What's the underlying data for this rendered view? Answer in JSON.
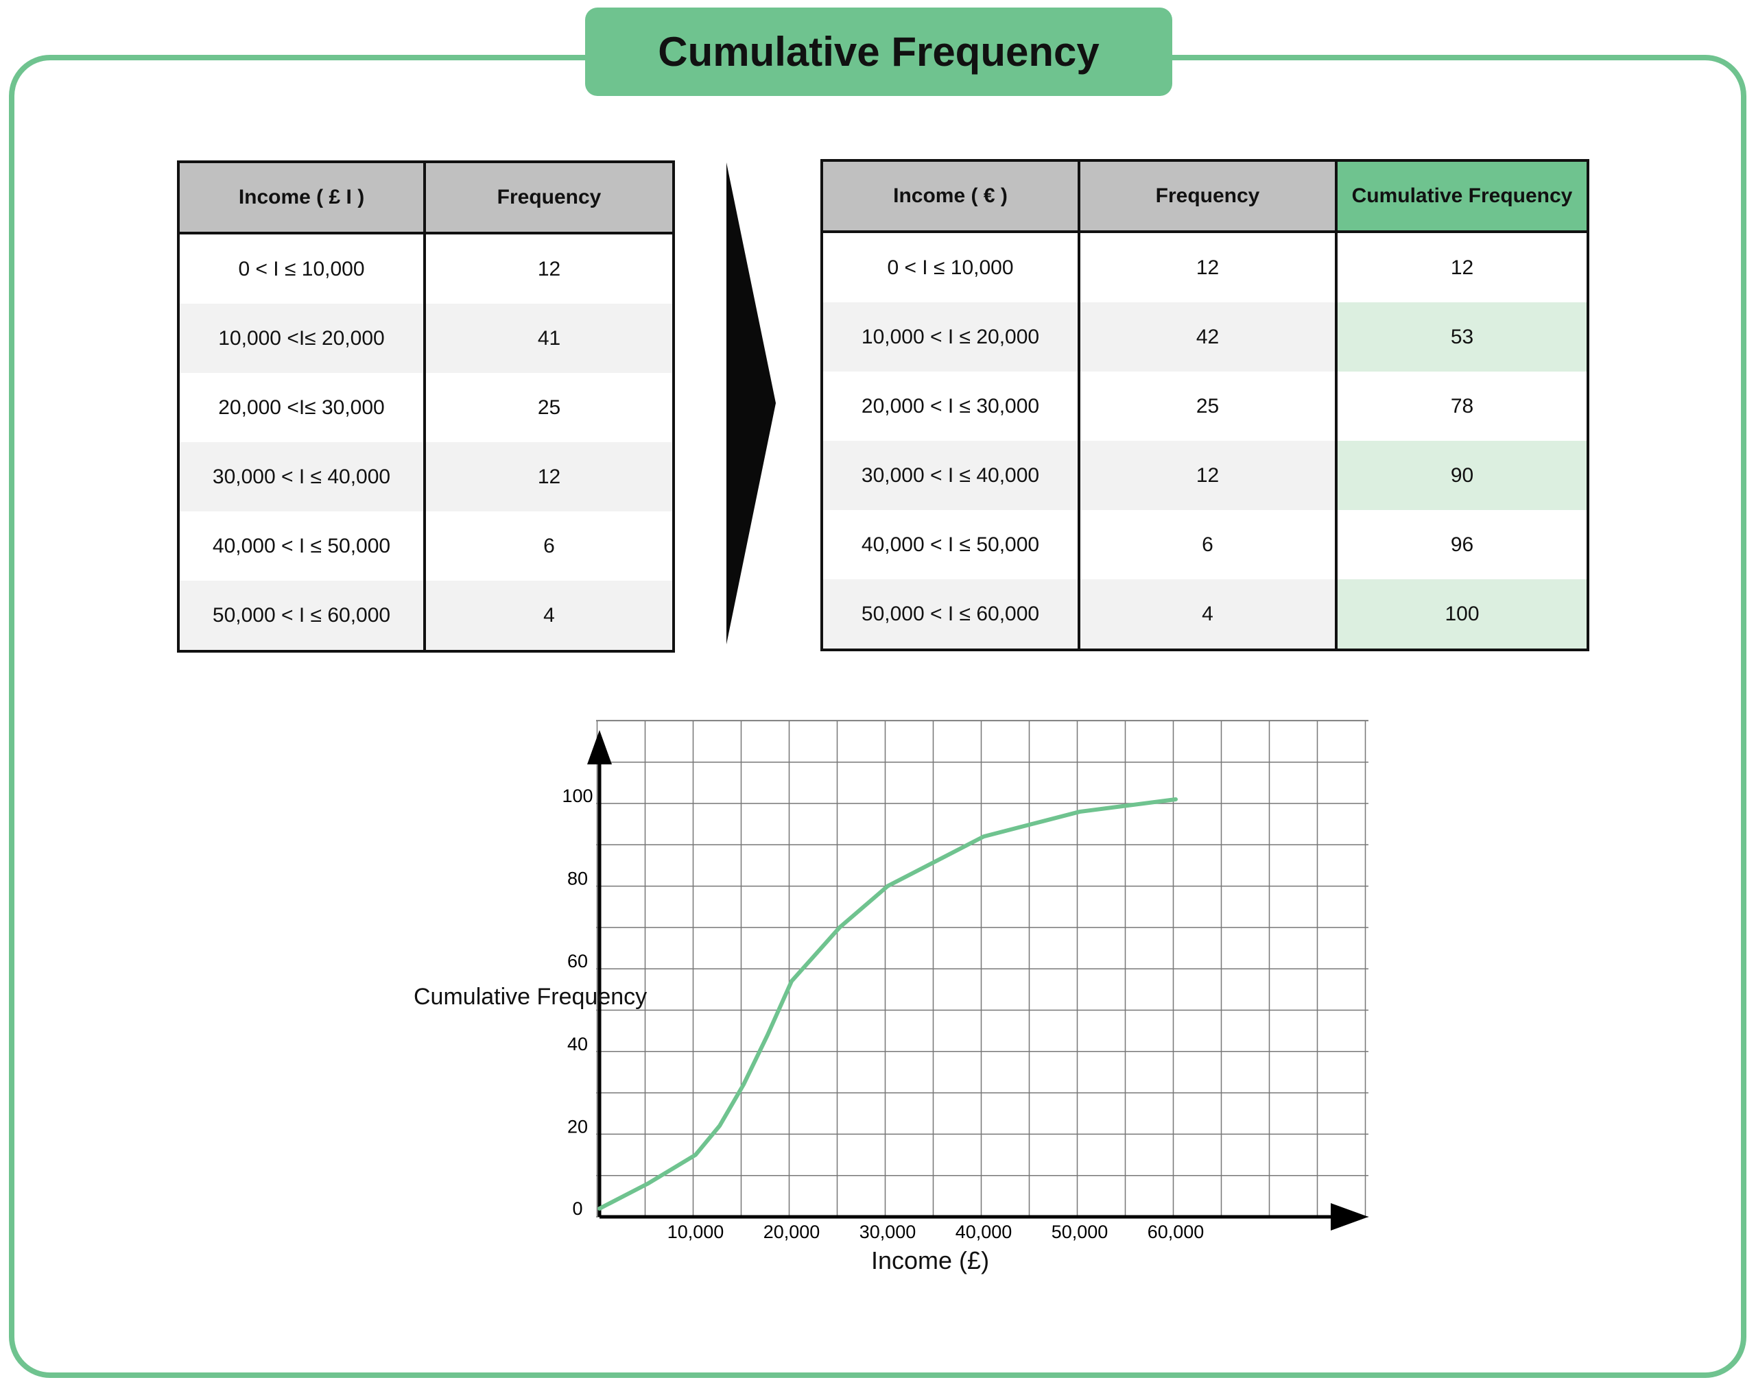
{
  "title": "Cumulative Frequency",
  "left_table": {
    "headers": [
      "Income ( £ I )",
      "Frequency"
    ],
    "rows": [
      [
        "0 < I ≤ 10,000",
        "12"
      ],
      [
        "10,000 <I≤ 20,000",
        "41"
      ],
      [
        "20,000 <I≤ 30,000",
        "25"
      ],
      [
        "30,000 < I ≤ 40,000",
        "12"
      ],
      [
        "40,000 < I ≤ 50,000",
        "6"
      ],
      [
        "50,000 < I ≤ 60,000",
        "4"
      ]
    ]
  },
  "right_table": {
    "headers": [
      "Income ( € )",
      "Frequency",
      "Cumulative Frequency"
    ],
    "rows": [
      [
        "0 < I ≤ 10,000",
        "12",
        "12"
      ],
      [
        "10,000 < I ≤ 20,000",
        "42",
        "53"
      ],
      [
        "20,000 < I ≤ 30,000",
        "25",
        "78"
      ],
      [
        "30,000 < I ≤ 40,000",
        "12",
        "90"
      ],
      [
        "40,000 < I ≤ 50,000",
        "6",
        "96"
      ],
      [
        "50,000 < I ≤ 60,000",
        "4",
        "100"
      ]
    ]
  },
  "colors": {
    "accent": "#6fc38f",
    "accent_light": "#dcefe0",
    "header_gray": "#c0c0c0",
    "row_alt": "#f2f2f2"
  },
  "chart_data": {
    "type": "line",
    "xlabel": "Income (£)",
    "ylabel": "Cumulative Frequency",
    "xlim": [
      0,
      80000
    ],
    "ylim": [
      0,
      120
    ],
    "grid": true,
    "x_ticks": [
      10000,
      20000,
      30000,
      40000,
      50000,
      60000
    ],
    "x_tick_labels": [
      "10,000",
      "20,000",
      "30,000",
      "40,000",
      "50,000",
      "60,000"
    ],
    "y_ticks": [
      0,
      20,
      40,
      60,
      80,
      100
    ],
    "y_tick_labels": [
      "0",
      "20",
      "40",
      "60",
      "80",
      "100"
    ],
    "series": [
      {
        "name": "Cumulative frequency curve",
        "x": [
          0,
          5000,
          10000,
          12500,
          15000,
          17500,
          20000,
          25000,
          30000,
          35000,
          40000,
          45000,
          50000,
          55000,
          60000
        ],
        "y": [
          2,
          8,
          15,
          22,
          32,
          44,
          57,
          70,
          80,
          86,
          92,
          95,
          98,
          99.5,
          101
        ]
      }
    ]
  }
}
